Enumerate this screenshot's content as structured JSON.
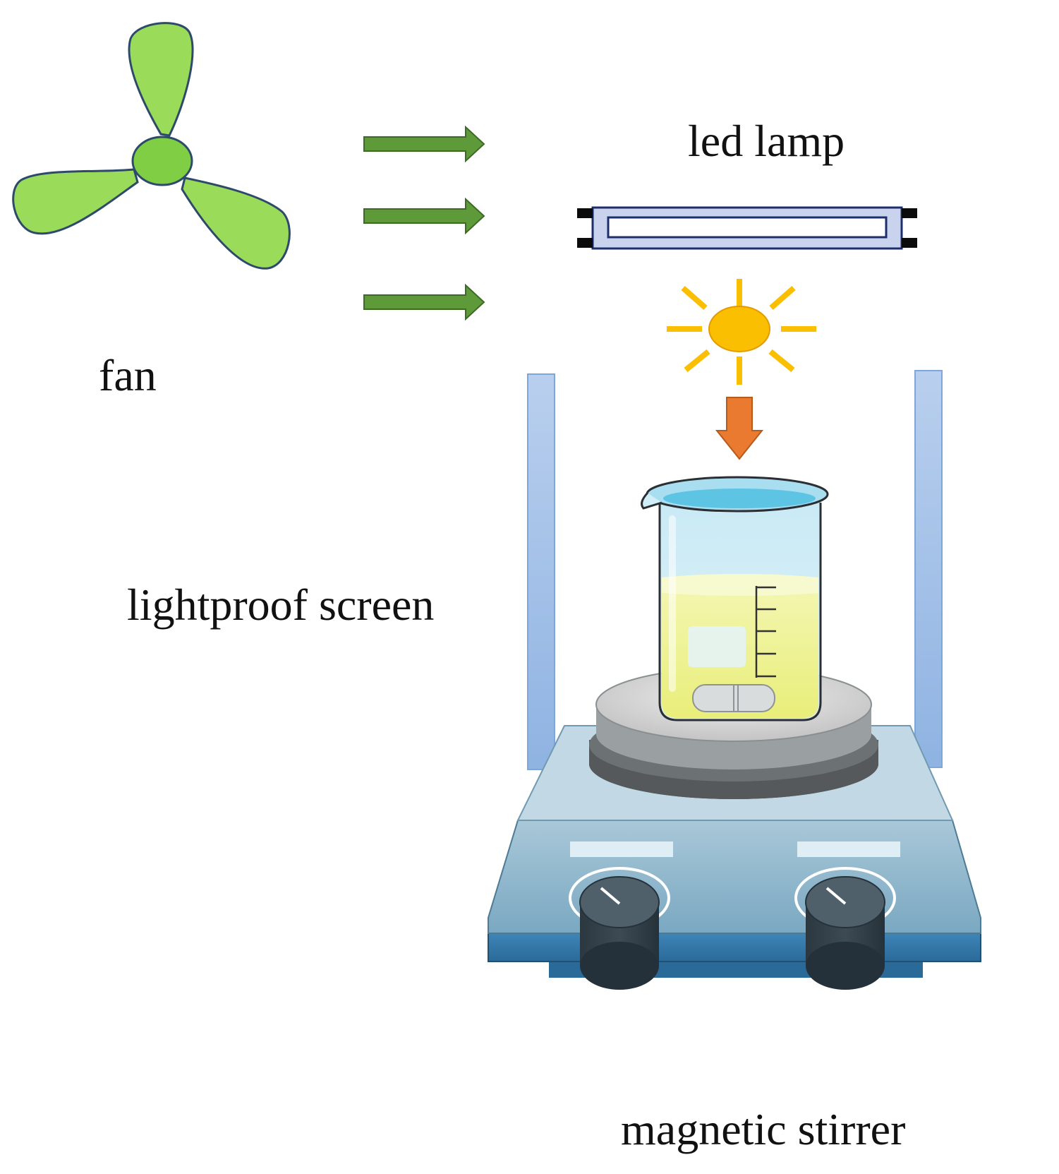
{
  "labels": {
    "fan": "fan",
    "led_lamp": "led lamp",
    "lightproof_screen": "lightproof screen",
    "magnetic_stirrer": "magnetic stirrer"
  },
  "icons": {
    "fan": "fan-icon",
    "airflow": "airflow-arrow-icon",
    "lamp": "led-tube-icon",
    "light": "sun-icon",
    "light_direction": "down-arrow-icon",
    "beaker": "beaker-icon",
    "stirrer": "magnetic-stirrer-icon",
    "screen": "screen-panel-icon"
  },
  "colors": {
    "fan_blade": "#9bdb5a",
    "fan_outline": "#2e4a6b",
    "airflow_arrow": "#5f9a3a",
    "lamp_frame": "#c9d3ee",
    "lamp_outline": "#1c2f6b",
    "sun": "#f9bf00",
    "light_arrow": "#ea7a30",
    "screen": "#a9c4e8",
    "liquid": "#f3f5a0",
    "stirrer_body": "#8bb3c9"
  }
}
